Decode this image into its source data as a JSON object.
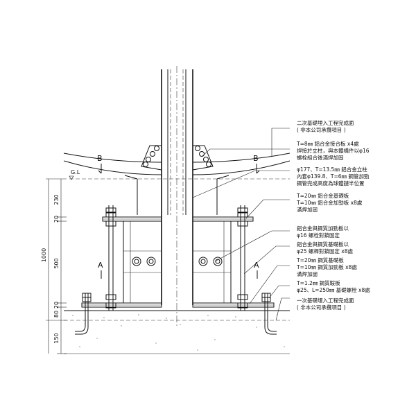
{
  "notes": [
    {
      "line1": "二次基礎埋入工程完成面",
      "line2": "( 非本公司承攬項目 )",
      "line3": ""
    },
    {
      "line1": "T=8㎜ 鋁合金接合板 x4處",
      "line2": "焊接於立柱，與本體構件以φ16",
      "line3": "螺栓組合後滿焊加固"
    },
    {
      "line1": "φ177、T=13.5㎜ 鋁合金立柱",
      "line2": "內套φ139.8、T=6㎜ 鋼管加勁",
      "line3": "鋼管完成高度為球體鏈半位置"
    },
    {
      "line1": "T=20㎜ 鋁合金基礎板",
      "line2": "T=10㎜ 鋁合金加勁板 x8處",
      "line3": "滿焊加固"
    },
    {
      "line1": "鋁合金與鋼質加勁板以",
      "line2": "φ16 螺栓對鎖固定",
      "line3": ""
    },
    {
      "line1": "鋁合金與鋼質基礎板以",
      "line2": "φ25 螺桿對鎖固定 x8處",
      "line3": ""
    },
    {
      "line1": "T=20㎜ 鋼質基礎板",
      "line2": "T=10㎜ 鋼質加勁板 x8處",
      "line3": "滿焊加固"
    },
    {
      "line1": "T=1.2㎜ 鋼質鞍板",
      "line2": "φ25、L=250㎜ 基礎螺栓 x8處",
      "line3": ""
    },
    {
      "line1": "一次基礎埋入工程完成面",
      "line2": "( 非本公司承攬項目 )",
      "line3": ""
    }
  ],
  "dimensions": {
    "total": "1000",
    "segments": [
      "230",
      "20",
      "500",
      "20",
      "80",
      "150"
    ]
  },
  "labels": {
    "section_b": "B",
    "section_a": "A",
    "ground_level": "G.L"
  },
  "colors": {
    "line": "#111111",
    "background": "#ffffff"
  }
}
